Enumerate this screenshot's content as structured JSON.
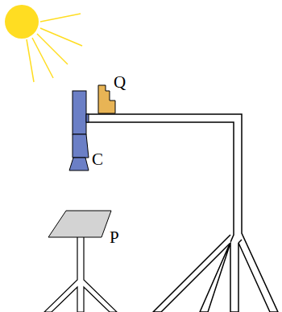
{
  "diagram": {
    "labels": [
      "Q",
      "C",
      "P"
    ]
  }
}
